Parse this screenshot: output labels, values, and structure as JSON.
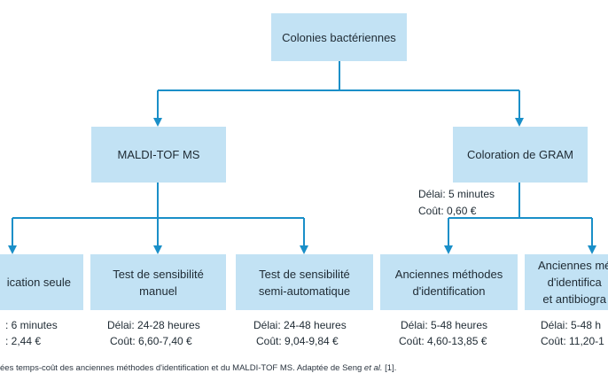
{
  "colors": {
    "box_fill": "#c2e2f4",
    "connector": "#1a8fc8",
    "text": "#1e2a33"
  },
  "root": {
    "label": "Colonies bactériennes"
  },
  "level2": [
    {
      "label": "MALDI-TOF MS"
    },
    {
      "label": "Coloration de GRAM",
      "delay": "Délai: 5 minutes",
      "cost": "Coût: 0,60 €"
    }
  ],
  "leaves": [
    {
      "label": "ication seule",
      "delay": ": 6 minutes",
      "cost": ": 2,44 €"
    },
    {
      "label": "Test de sensibilité\nmanuel",
      "delay": "Délai: 24-28 heures",
      "cost": "Coût: 6,60-7,40 €"
    },
    {
      "label": "Test de sensibilité\nsemi-automatique",
      "delay": "Délai: 24-48 heures",
      "cost": "Coût: 9,04-9,84 €"
    },
    {
      "label": "Anciennes méthodes\nd'identification",
      "delay": "Délai: 5-48 heures",
      "cost": "Coût: 4,60-13,85 €"
    },
    {
      "label": "Anciennes mé\nd'identifica\net antibiogra",
      "delay": "Délai: 5-48 h",
      "cost": "Coût: 11,20-1"
    }
  ],
  "caption": {
    "prefix": "ées temps-coût des anciennes méthodes d'identification et du MALDI-TOF MS. Adaptée de Seng ",
    "italic": "et al.",
    "suffix": " [1]."
  }
}
